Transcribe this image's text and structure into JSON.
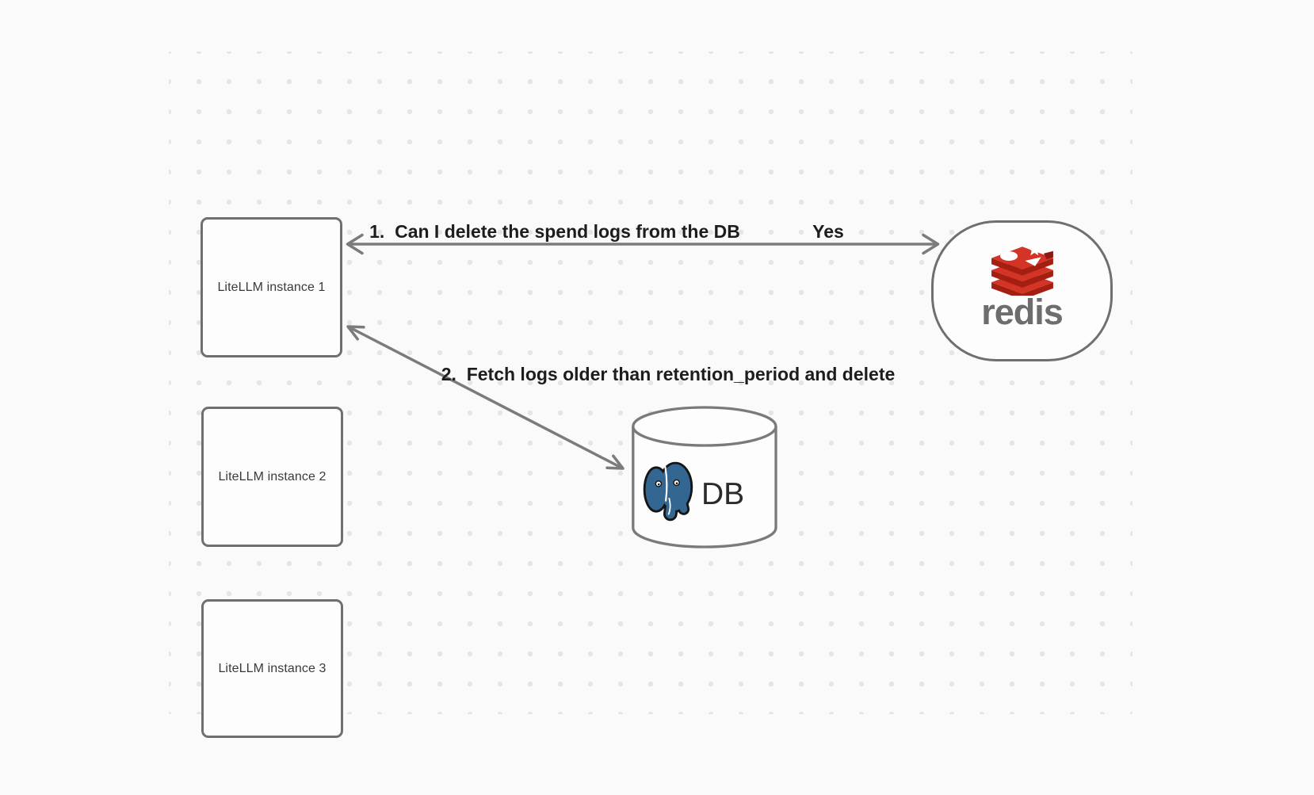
{
  "app": {
    "type": "whiteboard-diagram"
  },
  "colors": {
    "background": "#fafafa",
    "grid_dot": "#e5e5e5",
    "node_border": "#6f6f6f",
    "node_fill": "#fdfdfd",
    "arrow": "#7b7b7b",
    "edge_text": "#1d1d1d",
    "node_text": "#3a3a3a",
    "redis_red": "#d43425",
    "redis_dark_red": "#a41e11",
    "redis_wordmark_gray": "#6d6d6d",
    "postgres_blue": "#336791",
    "db_text": "#2b2b2b"
  },
  "nodes": {
    "instance1": {
      "label": "LiteLLM instance 1"
    },
    "instance2": {
      "label": "LiteLLM instance 2"
    },
    "instance3": {
      "label": "LiteLLM instance 3"
    },
    "redis": {
      "wordmark": "redis",
      "icon": "redis-logo-icon"
    },
    "db": {
      "label": "DB",
      "icon": "postgresql-icon",
      "shape": "cylinder"
    }
  },
  "edges": {
    "edge1": {
      "label": "1.  Can I delete the spend logs from the DB",
      "response": "Yes",
      "from": "redis",
      "to": "instance1",
      "style": "double-arrow"
    },
    "edge2": {
      "label": "2.  Fetch logs older than retention_period and delete",
      "from": "instance1",
      "to": "db",
      "style": "double-arrow"
    }
  }
}
